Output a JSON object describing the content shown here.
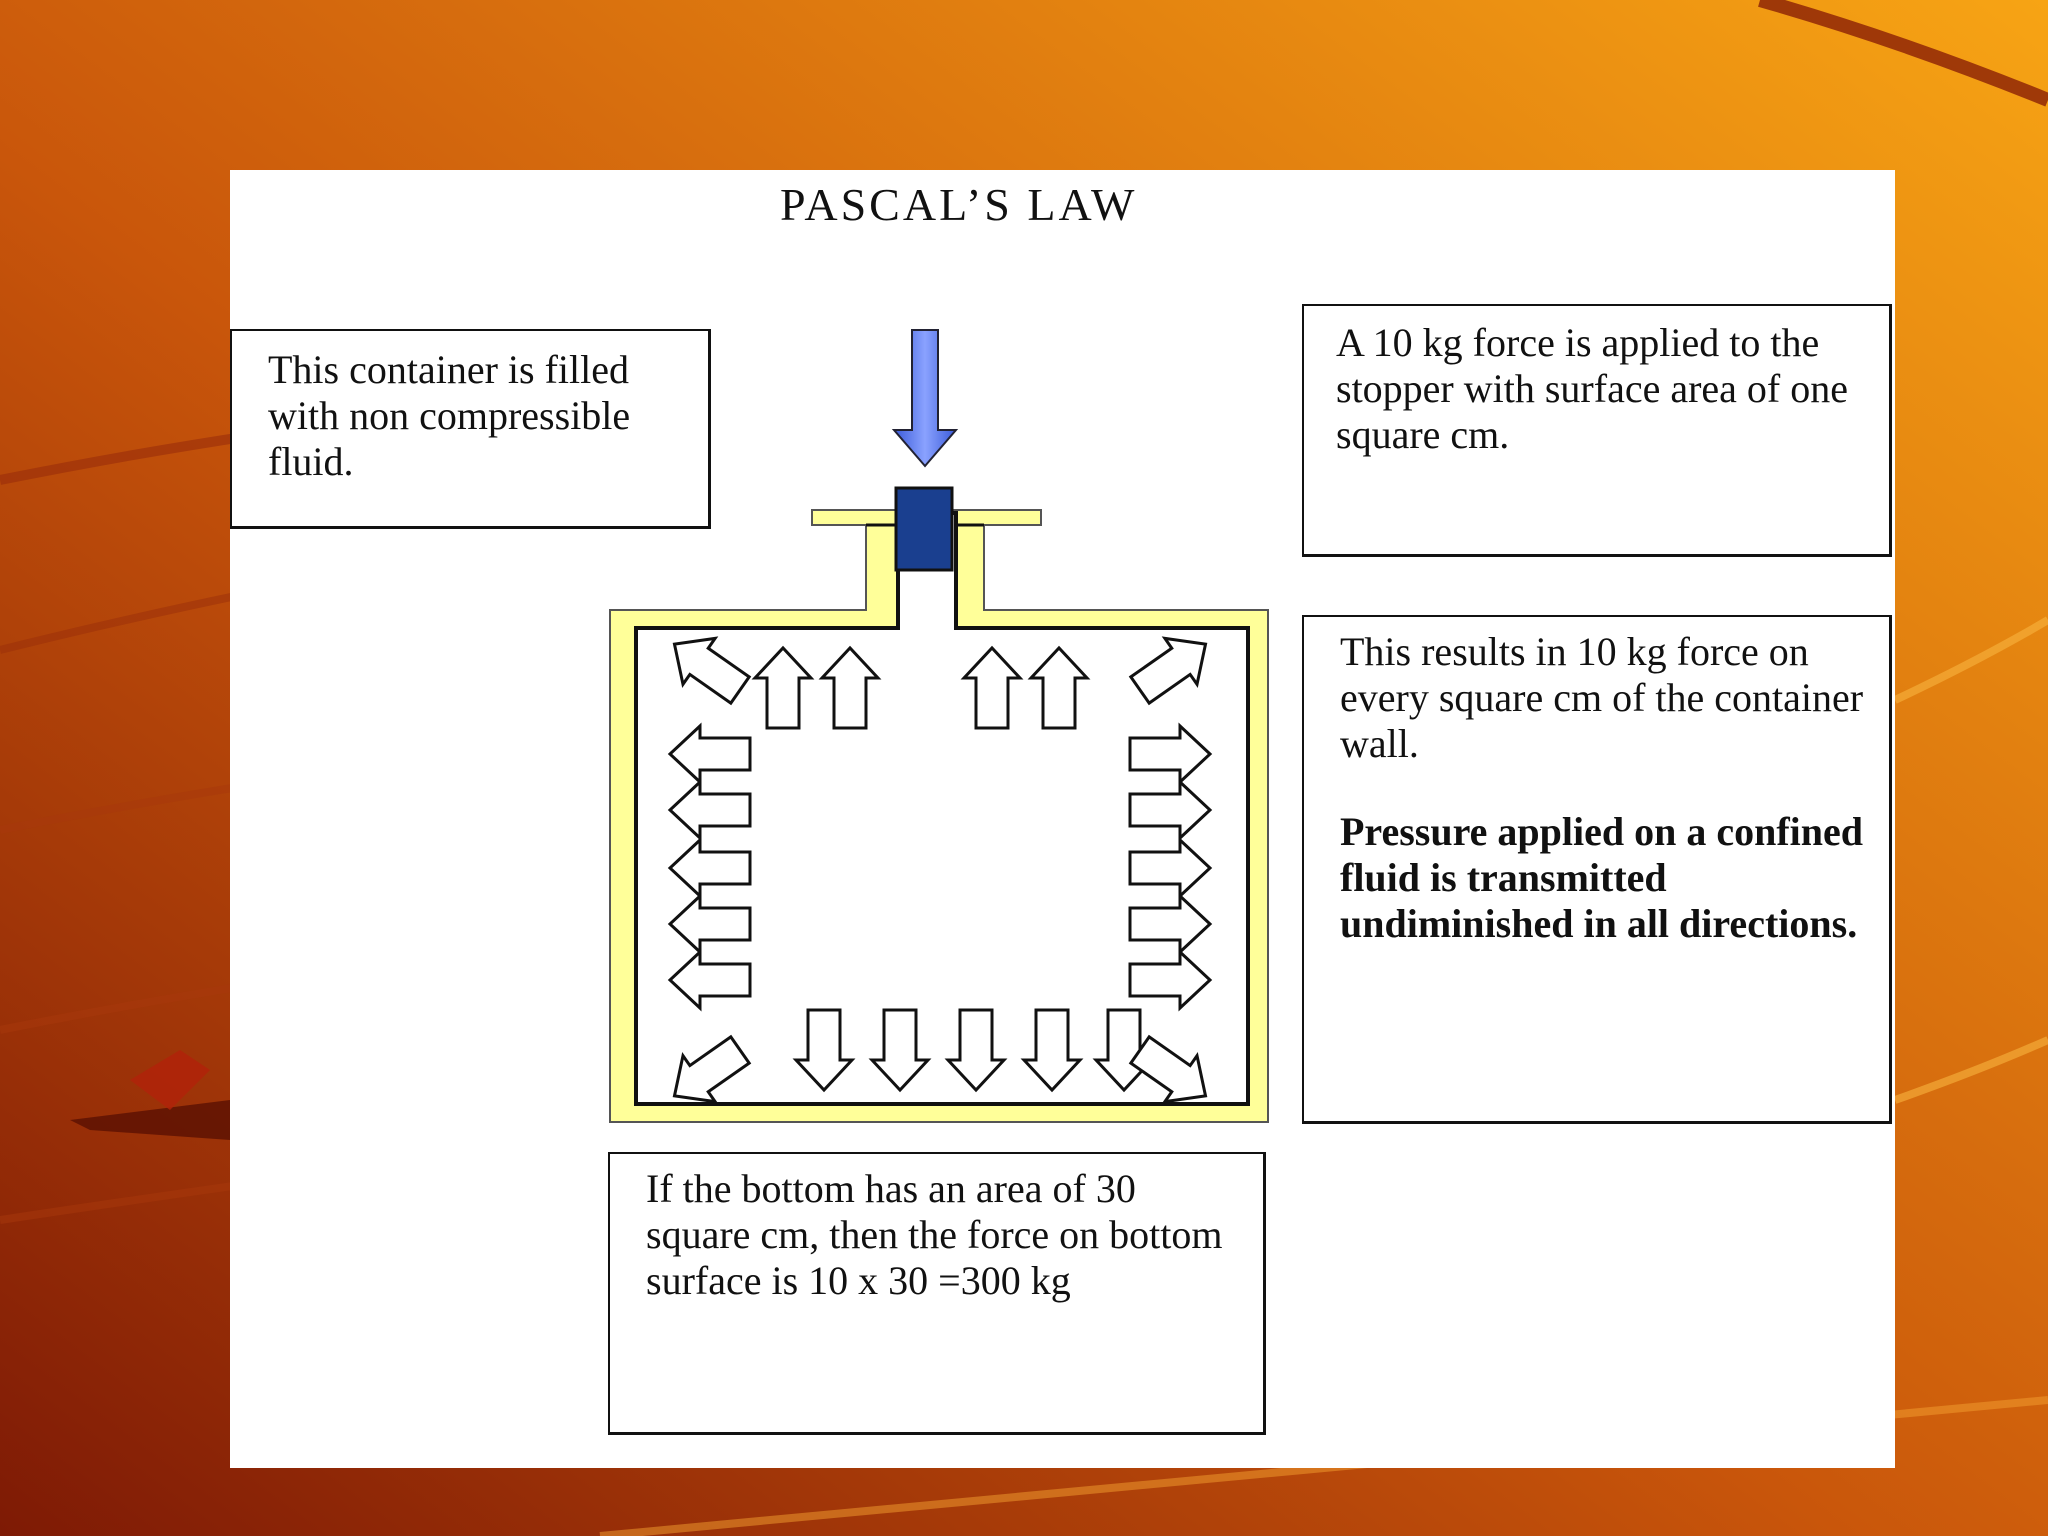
{
  "diagram": {
    "title": "PASCAL’S LAW",
    "box_container": {
      "text": "This container is filled with non compressible fluid."
    },
    "box_force": {
      "text": "A 10 kg force is applied to the stopper with surface area of one square cm."
    },
    "box_result": {
      "text": "This results in 10 kg force on every square cm of the container wall.",
      "bold_text": "Pressure applied on a confined fluid is transmitted undiminished in all directions."
    },
    "box_bottom": {
      "text": "If the bottom has an area of 30 square cm, then the force on bottom surface is 10 x 30 =300 kg"
    }
  },
  "colors": {
    "background_dark": "#8a1f06",
    "background_light": "#f5a113",
    "container_wall": "#ffff99",
    "stopper": "#1a3f8f",
    "force_arrow": "#5b7cf0",
    "outline": "#111111"
  },
  "icons": [
    "force-arrow-icon",
    "pressure-arrow-icon"
  ]
}
